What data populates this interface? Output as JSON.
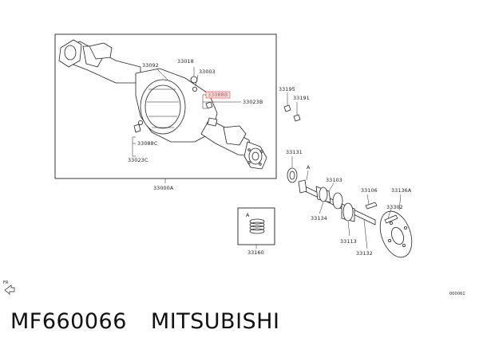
{
  "diagram": {
    "labels": {
      "p33092": "33092",
      "p33018": "33018",
      "p33003": "33003",
      "p33088b": "33088B",
      "p33023b": "33023B",
      "p33195": "33195",
      "p33191": "33191",
      "p33088c": "33088C",
      "p33023c": "33023C",
      "p33000a": "33000A",
      "p33131": "33131",
      "a1": "A",
      "p33103": "33103",
      "p33106": "33106",
      "p33136a": "33136A",
      "p33302": "33302",
      "p33134": "33134",
      "p33113": "33113",
      "p33132": "33132",
      "a2": "A",
      "p33160": "33160",
      "fr": "FR",
      "ref": "000061"
    }
  },
  "caption": {
    "part_number": "MF660066",
    "brand": "MITSUBISHI"
  },
  "colors": {
    "line": "#222222",
    "highlight": "#d83a3a"
  }
}
